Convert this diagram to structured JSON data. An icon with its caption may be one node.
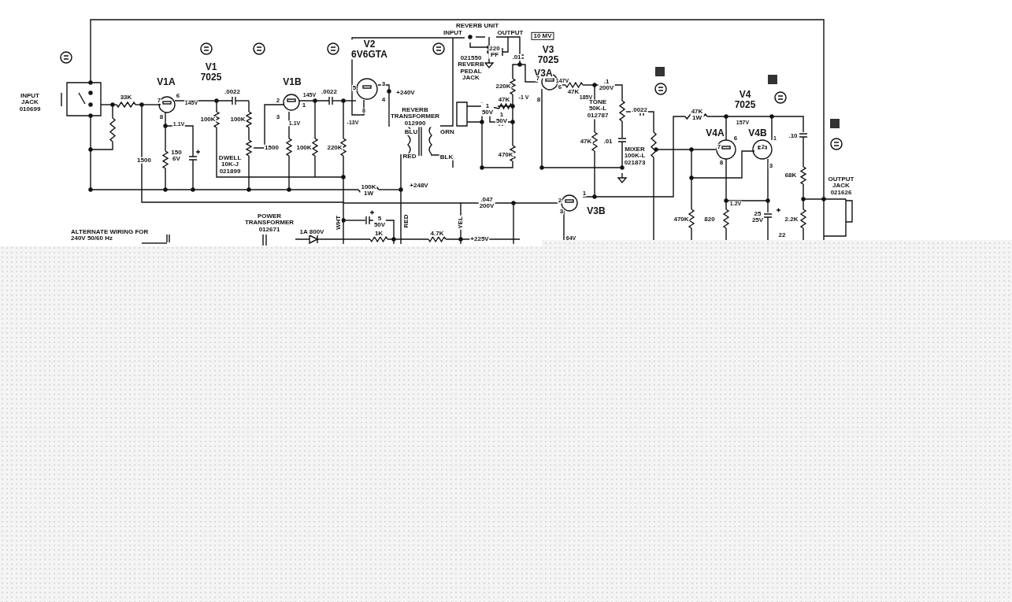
{
  "diagram": {
    "labels": [
      "REVERB UNIT",
      "INPUT",
      "OUTPUT",
      "10 MV",
      "V2 6V6GTA",
      "V1 7025",
      "220 PF",
      ".01",
      "V3 7025",
      "021550 REVERB PEDAL JACK",
      "V1A",
      "V1B",
      "V3A",
      "147V",
      "47K",
      ".1 200V",
      "220K",
      "-1 V",
      "185V",
      "INPUT JACK 010699",
      "33K",
      "7",
      "6",
      "145V",
      ".0022",
      "2",
      "1",
      "145V",
      ".0022",
      "5",
      "3",
      "+240V",
      "4",
      "8",
      "REVERB TRANSFORMER 012990",
      "47K",
      "7",
      "6",
      "8",
      "TONE 50K-L 012787",
      ".0022",
      "1 50V",
      "1 50V",
      "8",
      "1.1V",
      "100K",
      "100K",
      "3",
      "1.1V",
      "-13V",
      "V4 7025",
      "47K 1W",
      "157V",
      "V4A",
      "6",
      "V4B",
      "1",
      ".10",
      "BLU",
      "GRN",
      "47K",
      ".01",
      "470K",
      "7",
      "2",
      "150 6V",
      "1500",
      "RED",
      "BLK",
      "MIXER 100K-L 021873",
      "1500",
      "100K",
      "220K",
      "DWELL 10K-J 021899",
      "8",
      "3",
      "68K",
      "OUTPUT JACK 021626",
      "100K 1W",
      "+248V",
      ".047 200V",
      "2",
      "1",
      "V3B",
      "3",
      "1.2V",
      "470K",
      "820",
      "25 25V",
      "2.2K",
      "POWER TRANSFORMER 012671",
      "WHT",
      "5 50V",
      "1K",
      "RED",
      "YEL",
      "1A 800V",
      "4.7K",
      "+225V",
      "64V",
      "22",
      "ALTERNATE WIRING FOR 240V 50/60 Hz"
    ]
  }
}
